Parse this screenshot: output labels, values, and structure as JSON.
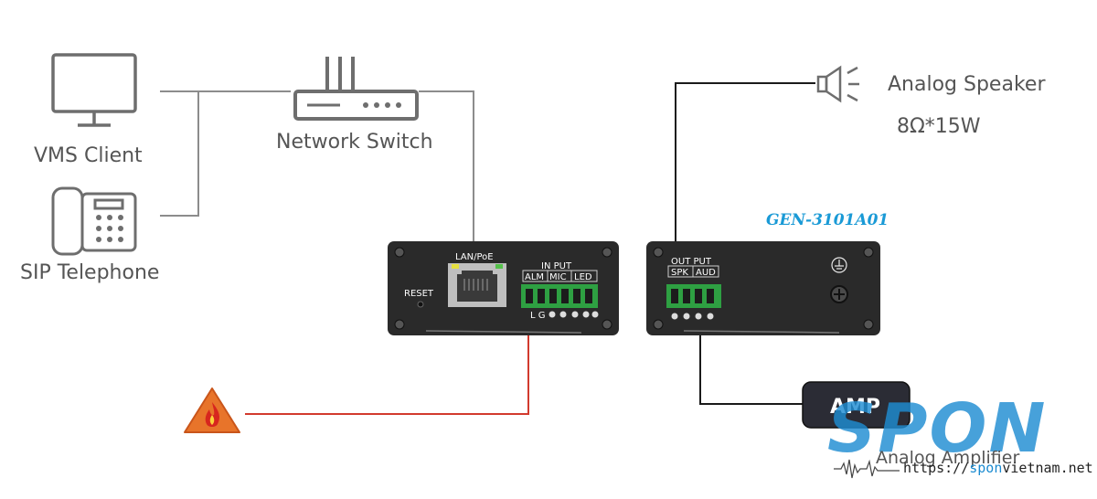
{
  "labels": {
    "vms_client": "VMS Client",
    "sip_telephone": "SIP Telephone",
    "network_switch": "Network Switch",
    "analog_speaker": "Analog Speaker",
    "speaker_spec": "8Ω*15W",
    "model": "GEN-3101A01",
    "amp": "AMP",
    "analog_amplifier": "Analog Amplifier"
  },
  "panel_left": {
    "lan": "LAN/PoE",
    "reset": "RESET",
    "input": "IN PUT",
    "alm": "ALM",
    "mic": "MIC",
    "led": "LED",
    "pins": "L G"
  },
  "panel_right": {
    "output": "OUT PUT",
    "spk": "SPK",
    "aud": "AUD"
  },
  "watermark": {
    "brand": "SPON",
    "url_prefix": "https://",
    "url_brand": "spon",
    "url_suffix": "vietnam.net"
  },
  "colors": {
    "wire": "#8c8c8c",
    "wire_dark": "#1a1a1a",
    "wire_alarm": "#d23a2e",
    "icon": "#6e6e6e",
    "panel": "#2a2a2a",
    "model": "#1a9ad6",
    "brand": "#1e8cd2",
    "fire_bg": "#e8742a"
  }
}
